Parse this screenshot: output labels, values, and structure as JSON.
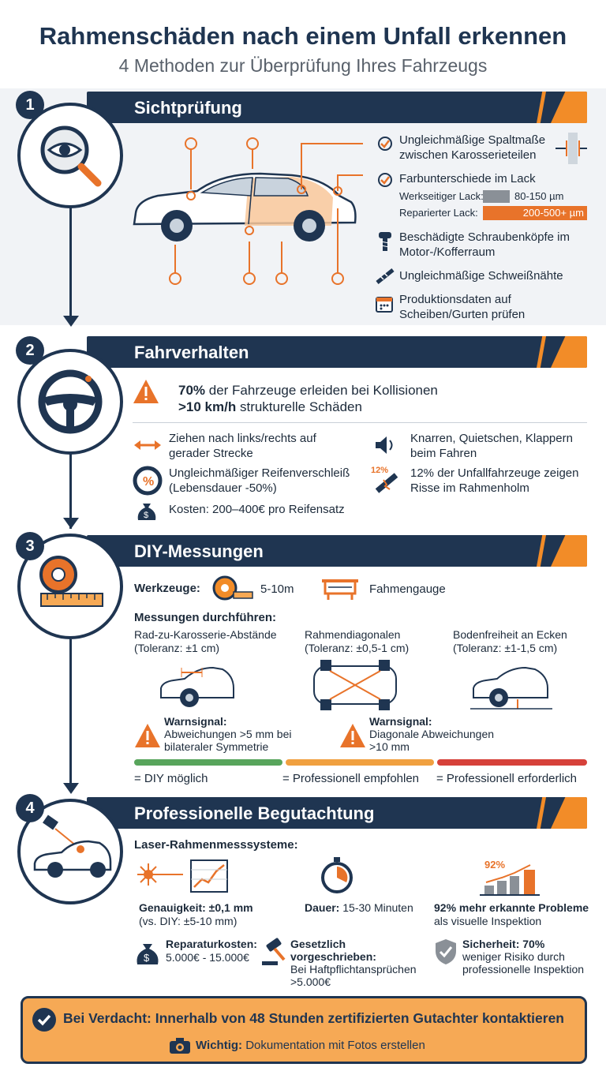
{
  "header": {
    "title": "Rahmenschäden nach einem Unfall erkennen",
    "subtitle": "4 Methoden zur Überprüfung Ihres Fahrzeugs"
  },
  "colors": {
    "navy": "#1f3551",
    "orange": "#f28c28",
    "green": "#58a55c",
    "red": "#d6413a",
    "light": "#f1f3f6"
  },
  "section1": {
    "number": "1",
    "title": "Sichtprüfung",
    "icon": "magnifier-eye-icon",
    "items": [
      "Ungleichmäßige Spaltmaße zwischen Karosserieteilen",
      "Farbunterschiede im Lack",
      "Beschädigte Schraubenköpfe im Motor-/Kofferraum",
      "Ungleichmäßige Schweißnähte",
      "Produktionsdaten auf Scheiben/Gurten prüfen"
    ],
    "paint": {
      "factory_label": "Werkseitiger Lack:",
      "factory_value": "80-150 µm",
      "repaired_label": "Reparierter Lack:",
      "repaired_value": "200-500+ µm"
    }
  },
  "section2": {
    "number": "2",
    "title": "Fahrverhalten",
    "icon": "steering-wheel-icon",
    "stat_bold": "70%",
    "stat_text": " der Fahrzeuge erleiden bei Kollisionen",
    "stat_bold2": ">10 km/h",
    "stat_text2": " strukturelle Schäden",
    "items_left": [
      "Ziehen nach links/rechts auf gerader Strecke",
      "Ungleichmäßiger Reifenverschleiß (Lebensdauer -50%)",
      "Kosten: 200–400€ pro Reifensatz"
    ],
    "items_right": [
      "Knarren, Quietschen, Klappern beim Fahren",
      "12% der Unfallfahrzeuge zeigen Risse im Rahmenholm"
    ],
    "badge_12": "12%"
  },
  "section3": {
    "number": "3",
    "title": "DIY-Messungen",
    "icon": "tape-measure-icon",
    "tools_label": "Werkzeuge:",
    "tool1": "5-10m",
    "tool2": "Fahmengauge",
    "measure_label": "Messungen durchführen:",
    "measures": [
      {
        "line1": "Rad-zu-Karosserie-Abstände",
        "line2": "(Toleranz: ±1 cm)"
      },
      {
        "line1": "Rahmendiagonalen",
        "line2": "(Toleranz: ±0,5-1 cm)"
      },
      {
        "line1": "Bodenfreiheit an Ecken",
        "line2": "(Toleranz: ±1-1,5 cm)"
      }
    ],
    "warn1_title": "Warnsignal:",
    "warn1_text": "Abweichungen >5 mm bei bilateraler Symmetrie",
    "warn2_title": "Warnsignal:",
    "warn2_text": "Diagonale Abweichungen >10 mm",
    "legend": [
      "= DIY möglich",
      "= Professionell empfohlen",
      "= Professionell erforderlich"
    ]
  },
  "section4": {
    "number": "4",
    "title": "Professionelle Begutachtung",
    "icon": "laser-car-icon",
    "laser_label": "Laser-Rahmenmesssysteme:",
    "accuracy_bold": "Genauigkeit: ±0,1 mm",
    "accuracy_sub": "(vs. DIY: ±5-10 mm)",
    "duration_bold": "Dauer:",
    "duration_val": " 15-30 Minuten",
    "chart_badge": "92%",
    "more_bold": "92% mehr erkannte Probleme",
    "more_sub": "als visuelle Inspektion",
    "cost_bold": "Reparaturkosten:",
    "cost_val": "5.000€ - 15.000€",
    "legal_bold": "Gesetzlich vorgeschrieben:",
    "legal_val1": "Bei Haftpflichtansprüchen",
    "legal_val2": ">5.000€",
    "safety_bold": "Sicherheit: 70%",
    "safety_val1": "weniger Risiko durch",
    "safety_val2": "professionelle Inspektion"
  },
  "footer": {
    "main": "Bei Verdacht: Innerhalb von 48 Stunden zertifizierten Gutachter kontaktieren",
    "sub_bold": "Wichtig:",
    "sub_text": " Dokumentation mit Fotos erstellen"
  }
}
